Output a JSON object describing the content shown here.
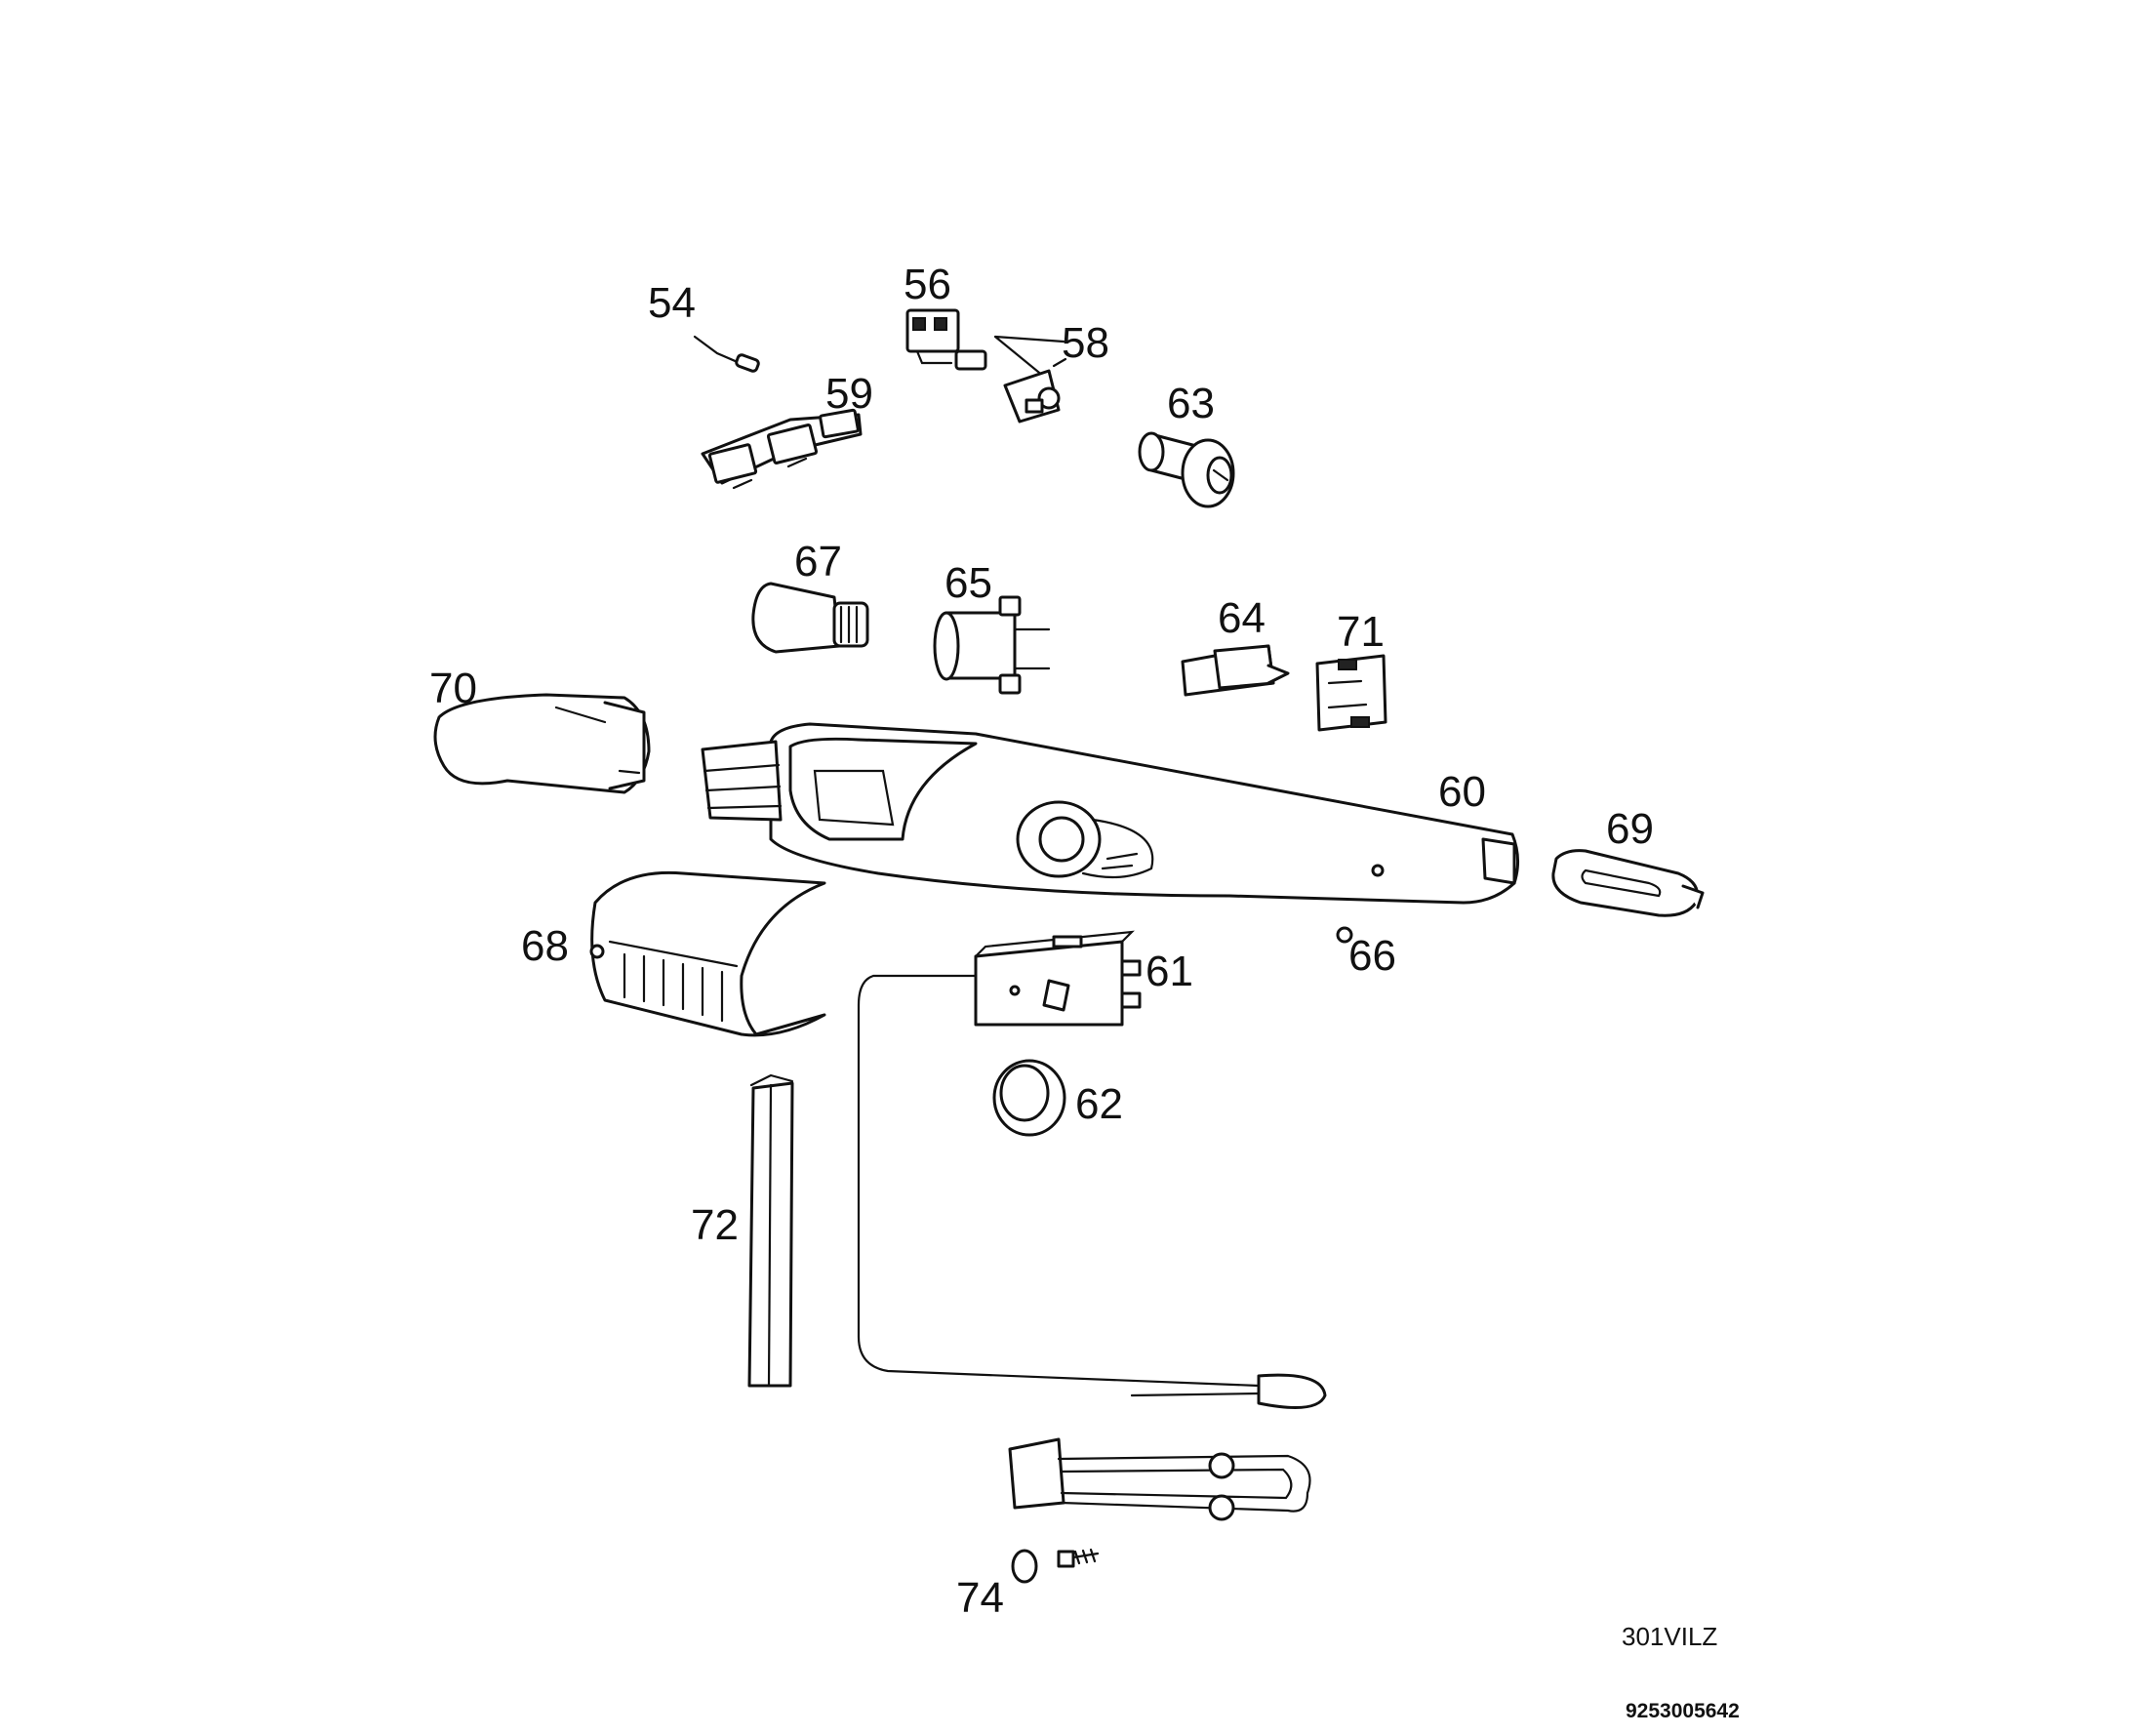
{
  "labels": {
    "p54": "54",
    "p56": "56",
    "p58": "58",
    "p59": "59",
    "p60": "60",
    "p61": "61",
    "p62": "62",
    "p63": "63",
    "p64": "64",
    "p65": "65",
    "p66": "66",
    "p67": "67",
    "p68": "68",
    "p69": "69",
    "p70": "70",
    "p71": "71",
    "p72": "72",
    "p74": "74"
  },
  "codes": {
    "model": "301VILZ",
    "number": "9253005642"
  }
}
